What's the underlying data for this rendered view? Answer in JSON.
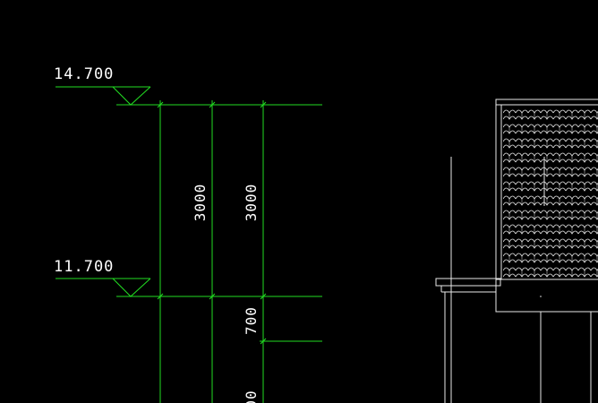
{
  "drawing": {
    "background_color": "#000000",
    "dimension_color": "#22dd22",
    "geometry_color": "#e8e8e8",
    "text_color": "#ffffff"
  },
  "elevation_marks": [
    {
      "label": "14.700"
    },
    {
      "label": "11.700"
    }
  ],
  "dimensions": {
    "upper_left": "3000",
    "upper_right": "3000",
    "lower_right": "700",
    "bottom_partial": "00"
  }
}
